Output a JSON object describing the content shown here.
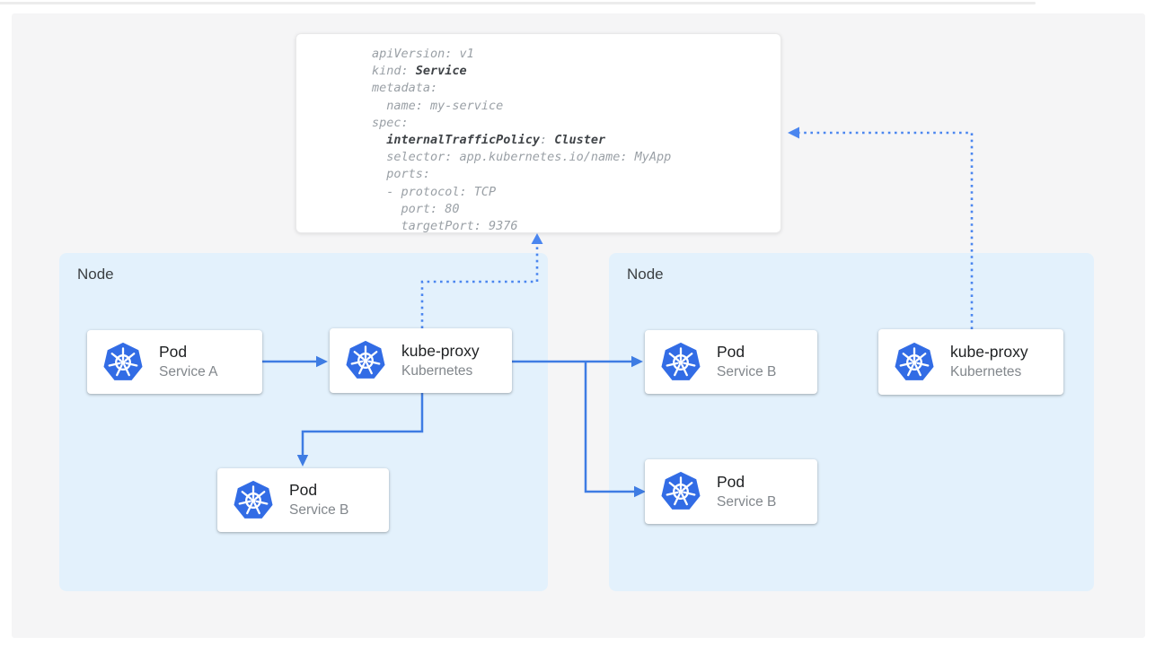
{
  "colors": {
    "panel_bg": "#f5f5f6",
    "node_bg": "#e3f1fc",
    "solid_arrow": "#3e7ce3",
    "dotted_arrow": "#4b86ef",
    "kubernetes_blue": "#326ce5",
    "code_text": "#9aa0a6",
    "code_bold": "#3f4347",
    "card_title": "#1f2123",
    "card_subtitle": "#82878c",
    "node_label": "#3c4043"
  },
  "service_manifest": {
    "lines": {
      "l1": "apiVersion: v1",
      "l2_plain": "kind: ",
      "l2_bold": "Service",
      "l3": "metadata:",
      "l4": "  name: my-service",
      "l5": "spec:",
      "l6_indent": "  ",
      "l6_bold_key": "internalTrafficPolicy",
      "l6_sep": ": ",
      "l6_bold_val": "Cluster",
      "l7": "  selector: app.kubernetes.io/name: MyApp",
      "l8": "  ports:",
      "l9": "  - protocol: TCP",
      "l10": "    port: 80",
      "l11": "    targetPort: 9376"
    }
  },
  "left_node": {
    "label": "Node",
    "pod_a": {
      "title": "Pod",
      "subtitle": "Service A"
    },
    "kube_proxy": {
      "title": "kube-proxy",
      "subtitle": "Kubernetes"
    },
    "pod_b": {
      "title": "Pod",
      "subtitle": "Service B"
    }
  },
  "right_node": {
    "label": "Node",
    "pod_top": {
      "title": "Pod",
      "subtitle": "Service B"
    },
    "pod_bottom": {
      "title": "Pod",
      "subtitle": "Service B"
    },
    "kube_proxy": {
      "title": "kube-proxy",
      "subtitle": "Kubernetes"
    }
  }
}
